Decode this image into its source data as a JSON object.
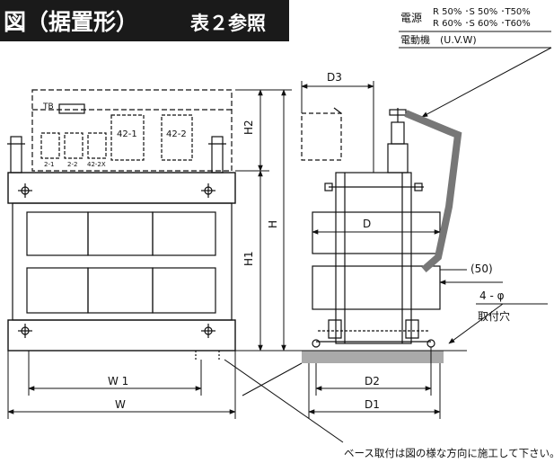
{
  "title": {
    "left": "図（据置形）",
    "right": "表２参照"
  },
  "power_note": {
    "label": "電源",
    "line1": "R 50% ･S 50% ･T50%",
    "line2": "R 60% ･S 60% ･T60%",
    "motor": "電動機　(U.V.W)"
  },
  "front_view": {
    "terminal_block": "TB",
    "relay1": "42-1",
    "relay2": "42-2",
    "fuse_labels": [
      "2-1",
      "2-2",
      "42-2X"
    ]
  },
  "dimensions": {
    "D3": "D3",
    "H2": "H2",
    "H": "H",
    "H1": "H1",
    "D": "D",
    "W1": "W 1",
    "W": "W",
    "D2": "D2",
    "D1": "D1",
    "spacing": "(50)",
    "holes": "4 - φ",
    "holes_caption": "取付穴"
  },
  "footnote": "ベース取付は図の様な方向に施工して下さい。"
}
